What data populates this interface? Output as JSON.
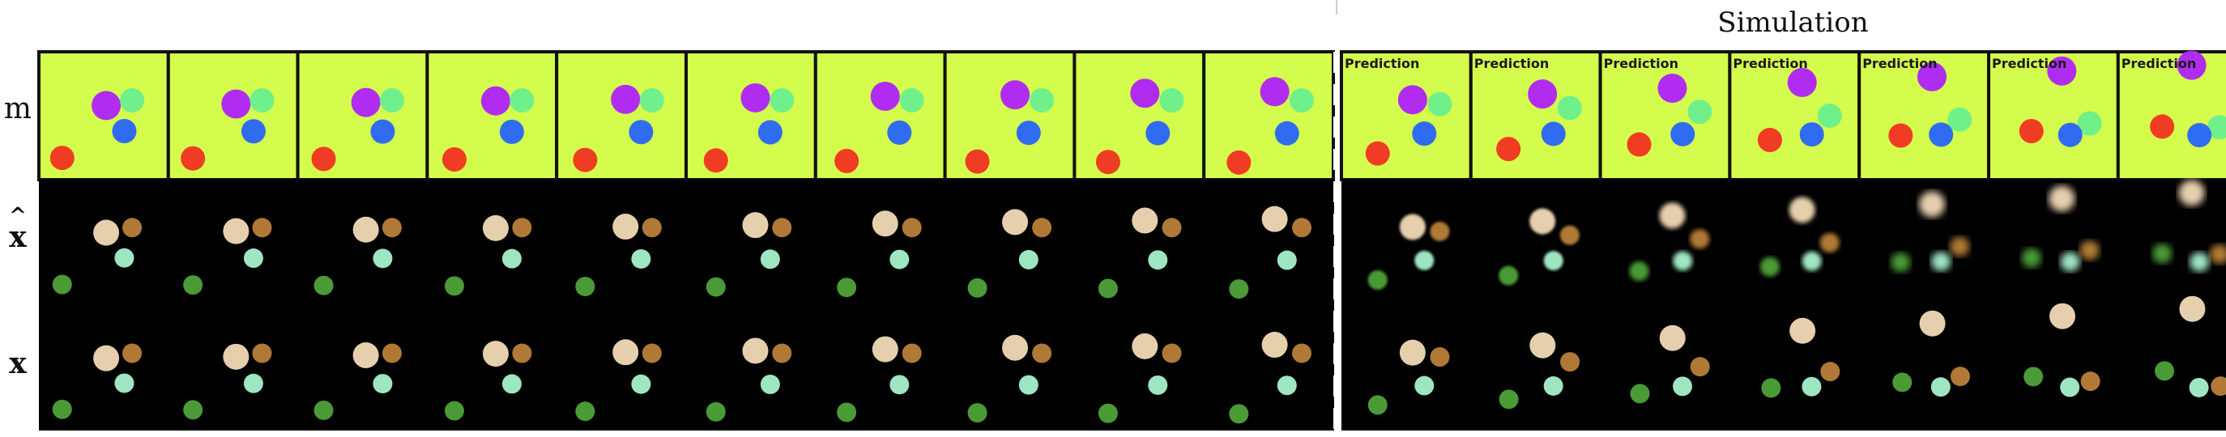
{
  "header": {
    "simulation_label": "Simulation",
    "top_mark": ""
  },
  "rows": [
    {
      "id": "m",
      "label": "m",
      "bold": false,
      "hat": false
    },
    {
      "id": "xhat",
      "label": "x",
      "bold": true,
      "hat": true
    },
    {
      "id": "x",
      "label": "x",
      "bold": true,
      "hat": false
    }
  ],
  "panel_text": {
    "prediction": "Prediction"
  },
  "colors": {
    "mask_bg": "#d4fc4c",
    "frame_border": "#111111",
    "image_bg": "#000000",
    "mask_purple": "#b02cf0",
    "mask_green": "#6ff08a",
    "mask_blue": "#2f6cf2",
    "mask_red": "#f03c22",
    "img_beige": "#e6cfad",
    "img_brown": "#b07936",
    "img_mint": "#9ee5c2",
    "img_green": "#4a9a36",
    "divider": "#ffffff"
  },
  "frames": {
    "observed_count": 10,
    "predicted_count": 7
  }
}
